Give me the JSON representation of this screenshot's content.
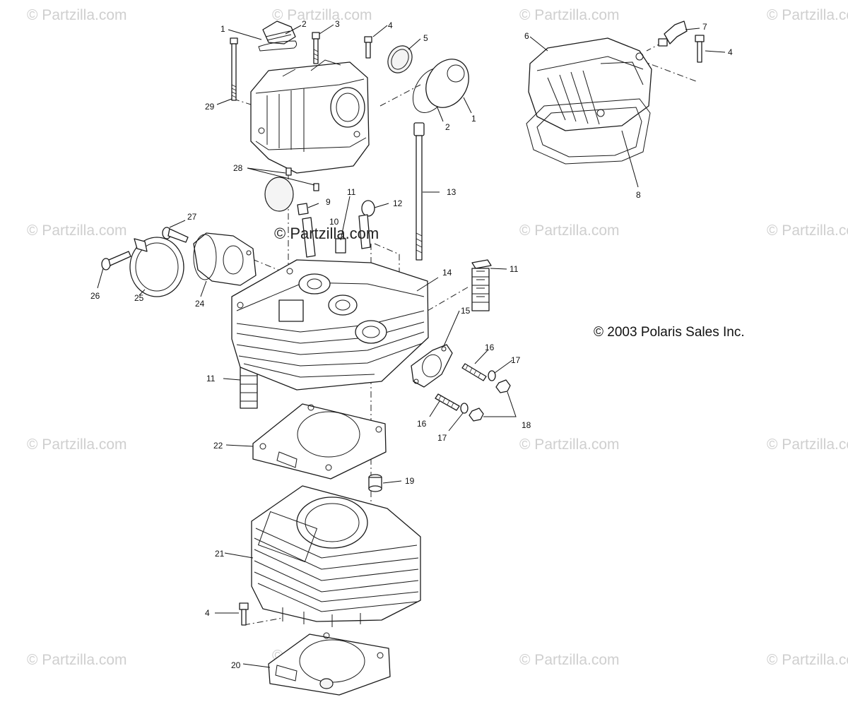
{
  "watermark": "© Partzilla.com",
  "copyright": "© 2003 Polaris Sales Inc.",
  "callouts": {
    "c1a": "1",
    "c1b": "1",
    "c2a": "2",
    "c2b": "2",
    "c3": "3",
    "c4a": "4",
    "c4b": "4",
    "c4c": "4",
    "c5": "5",
    "c6": "6",
    "c7": "7",
    "c8": "8",
    "c9": "9",
    "c10": "10",
    "c11a": "11",
    "c11b": "11",
    "c11c": "11",
    "c12": "12",
    "c13": "13",
    "c14": "14",
    "c15": "15",
    "c16a": "16",
    "c16b": "16",
    "c17a": "17",
    "c17b": "17",
    "c18": "18",
    "c19": "19",
    "c20": "20",
    "c21": "21",
    "c22": "22",
    "c24": "24",
    "c25": "25",
    "c26": "26",
    "c27": "27",
    "c28": "28",
    "c29": "29"
  }
}
